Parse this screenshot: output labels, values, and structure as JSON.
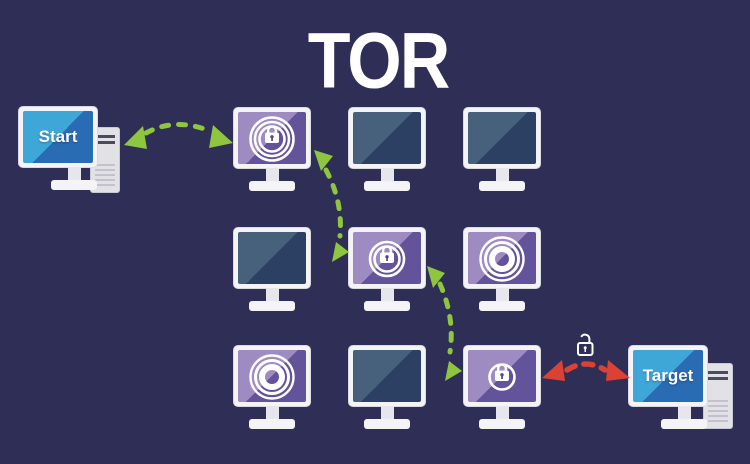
{
  "title": "TOR",
  "endpoints": {
    "start_label": "Start",
    "target_label": "Target"
  },
  "network": {
    "grid": "3x3 relay monitors",
    "nodes": [
      {
        "row": 1,
        "col": 1,
        "screen": "purple",
        "icon": "lock-with-3-rings"
      },
      {
        "row": 1,
        "col": 2,
        "screen": "dark",
        "icon": null
      },
      {
        "row": 1,
        "col": 3,
        "screen": "dark",
        "icon": null
      },
      {
        "row": 2,
        "col": 1,
        "screen": "dark",
        "icon": null
      },
      {
        "row": 2,
        "col": 2,
        "screen": "purple",
        "icon": "lock-with-2-rings"
      },
      {
        "row": 2,
        "col": 3,
        "screen": "purple",
        "icon": "concentric-circles"
      },
      {
        "row": 3,
        "col": 1,
        "screen": "purple",
        "icon": "concentric-circles"
      },
      {
        "row": 3,
        "col": 2,
        "screen": "dark",
        "icon": null
      },
      {
        "row": 3,
        "col": 3,
        "screen": "purple",
        "icon": "lock-with-1-ring"
      }
    ]
  },
  "arrows": {
    "encrypted_hops": [
      "start to relay r1c1",
      "relay r1c1 to relay r2c2",
      "relay r2c2 to relay r3c3"
    ],
    "exit_hop": "relay r3c3 to target",
    "exit_hop_icon": "open-padlock",
    "style": "dashed, arrowheads on both ends"
  },
  "colors": {
    "background": "#2f2e57",
    "green_arrow": "#8ec640",
    "red_arrow": "#dc4234",
    "purple_screen_light": "#9d8bc2",
    "purple_screen_dark": "#63539b",
    "dark_screen_light": "#47617d",
    "dark_screen_dark": "#2b4063",
    "endpoint_screen_light": "#3fa7d8",
    "endpoint_screen_dark": "#2a6cb4",
    "monitor_frame": "#f4f4f7",
    "title_color": "#ffffff"
  }
}
